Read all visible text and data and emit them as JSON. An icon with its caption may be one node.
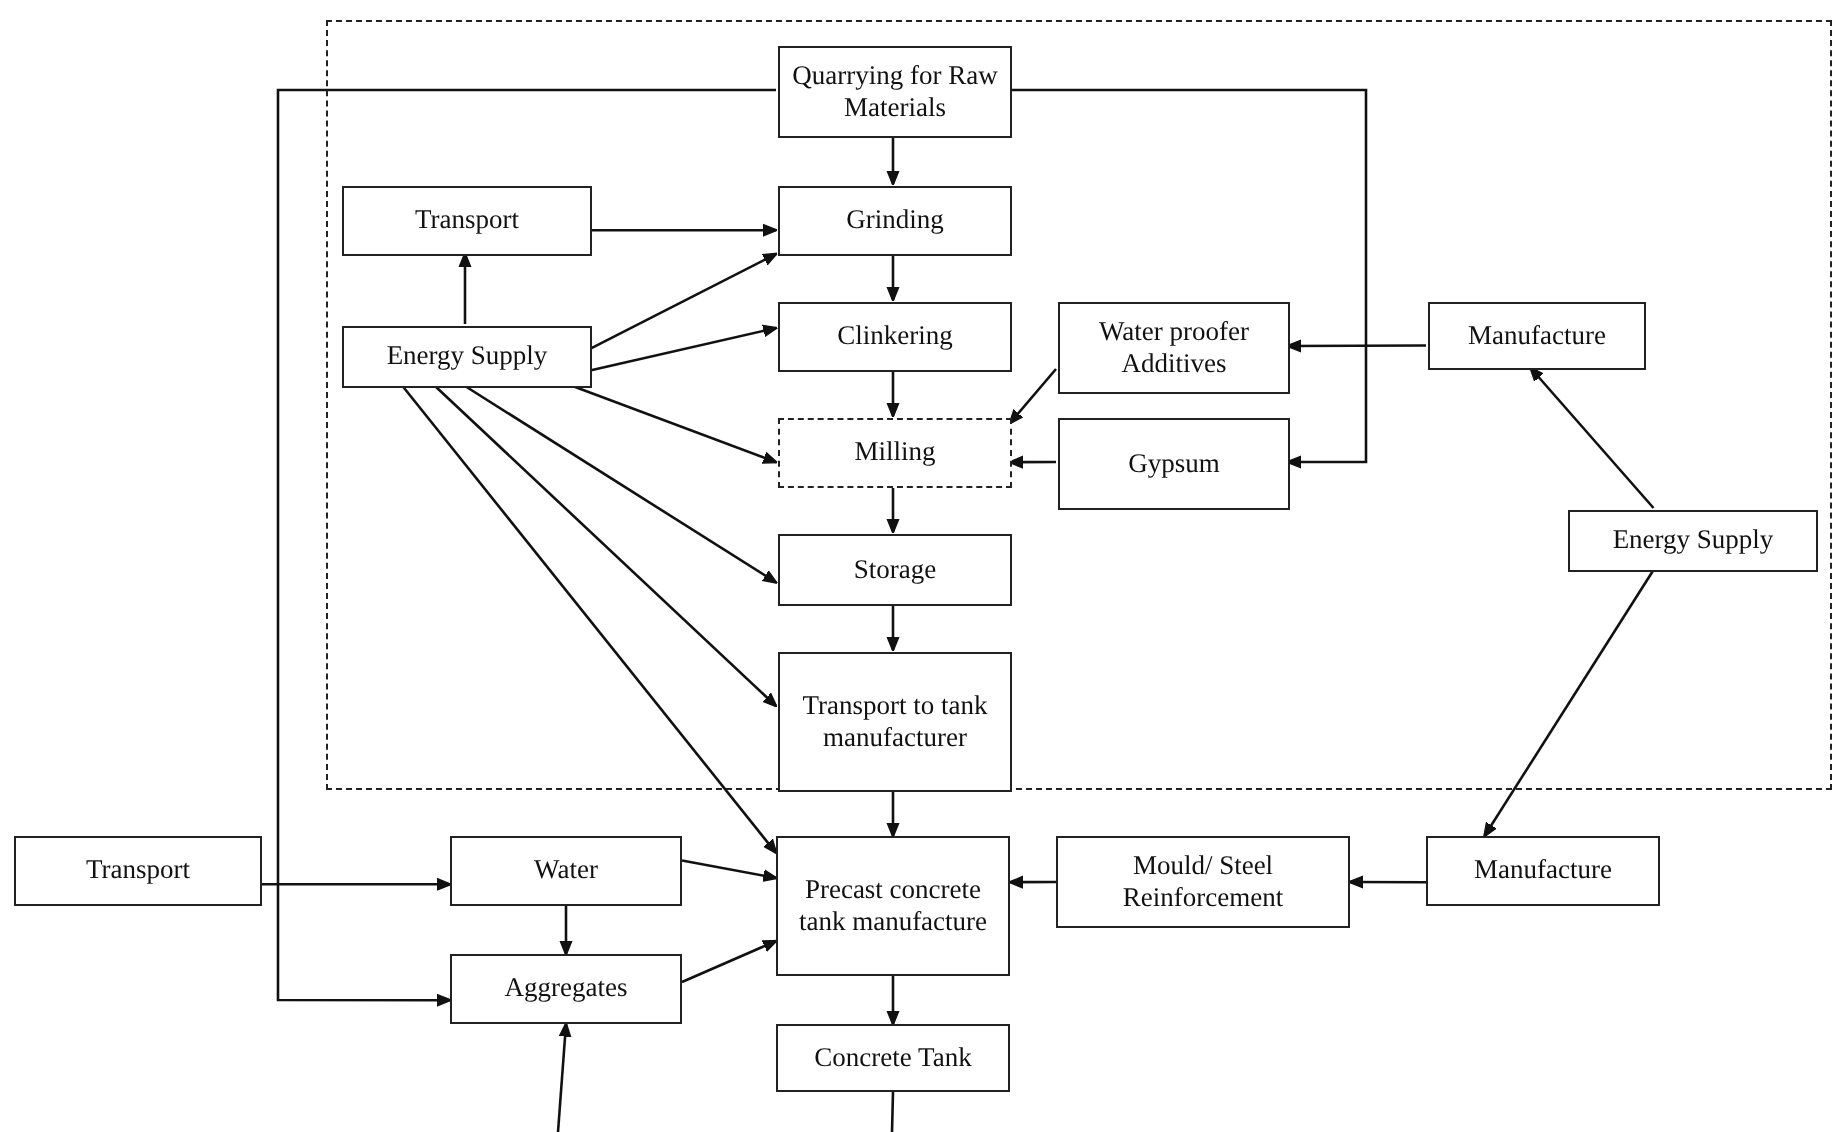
{
  "diagram": {
    "nodes": [
      {
        "text": [],
        "shape": "box"
      },
      {
        "text": [
          "Quarrying for Raw Materials"
        ],
        "in": 0
      },
      {
        "text": [
          "Transport"
        ],
        "in": 0
      },
      {
        "text": [
          "Grinding"
        ],
        "in": 0
      },
      {
        "text": [
          "Energy Supply"
        ],
        "in": 0
      },
      {
        "text": [
          "Clinkering"
        ],
        "in": 0
      },
      {
        "text": [
          "Water proofer Additives"
        ],
        "in": 0
      },
      {
        "text": [
          "Manufacture"
        ],
        "in": 0
      },
      {
        "text": [
          "Milling"
        ],
        "in": 0
      },
      {
        "text": [
          "Gypsum"
        ],
        "in": 0
      },
      {
        "text": [
          "Energy Supply"
        ],
        "in": 0
      },
      {
        "text": [
          "Storage"
        ],
        "in": 0
      },
      {
        "text": [
          "Transport to tank manufacturer"
        ],
        "in": 0
      },
      {
        "text": [
          "Transport"
        ]
      },
      {
        "text": [
          "Water"
        ]
      },
      {
        "text": [
          "Precast concrete tank manufacture"
        ]
      },
      {
        "text": [
          "Mould/ Steel Reinforcement"
        ]
      },
      {
        "text": [
          "Manufacture"
        ]
      },
      {
        "text": [
          "Aggregates"
        ]
      },
      {
        "text": [
          "Concrete Tank"
        ]
      }
    ],
    "edges": [
      {
        "from": 1,
        "to": 3,
        "arrow": "to"
      },
      {
        "from": 3,
        "to": 5,
        "arrow": "to"
      },
      {
        "from": 5,
        "to": 8,
        "arrow": "to"
      },
      {
        "from": 8,
        "to": 11,
        "arrow": "to"
      },
      {
        "from": 11,
        "to": 12,
        "arrow": "to"
      },
      {
        "from": 12,
        "to": 15,
        "arrow": "to"
      },
      {
        "from": 15,
        "to": 19,
        "arrow": "to"
      },
      {
        "from": 2,
        "to": 3,
        "arrow": "to"
      },
      {
        "from": 4,
        "to": 2,
        "arrow": "to"
      },
      {
        "from": 4,
        "to": 3,
        "arrow": "to"
      },
      {
        "from": 4,
        "to": 5,
        "arrow": "to"
      },
      {
        "from": 4,
        "to": 8,
        "arrow": "to"
      },
      {
        "from": 4,
        "to": 11,
        "arrow": "to"
      },
      {
        "from": 4,
        "to": 12,
        "arrow": "to"
      },
      {
        "from": 4,
        "to": 15,
        "arrow": "to"
      },
      {
        "from": 1,
        "to": 9,
        "arrow": "to"
      },
      {
        "from": 1,
        "to": 18,
        "arrow": "to"
      },
      {
        "from": 13,
        "to": 14,
        "arrow": "to"
      },
      {
        "from": 7,
        "to": 6,
        "arrow": "to"
      },
      {
        "from": 6,
        "to": 8,
        "arrow": "to"
      },
      {
        "from": 9,
        "to": 8,
        "arrow": "to"
      },
      {
        "from": 10,
        "to": 7,
        "arrow": "to"
      },
      {
        "from": 10,
        "to": 17,
        "arrow": "to"
      },
      {
        "from": 17,
        "to": 16,
        "arrow": "to"
      },
      {
        "from": 16,
        "to": 15,
        "arrow": "to"
      },
      {
        "from": 14,
        "to": 15,
        "arrow": "to"
      },
      {
        "from": 14,
        "to": 18,
        "arrow": "to"
      },
      {
        "from": 18,
        "to": 15,
        "arrow": "to"
      },
      {
        "from": null,
        "to": 18,
        "arrow": "to"
      },
      {
        "from": 19,
        "to": null,
        "arrow": "none"
      }
    ]
  }
}
